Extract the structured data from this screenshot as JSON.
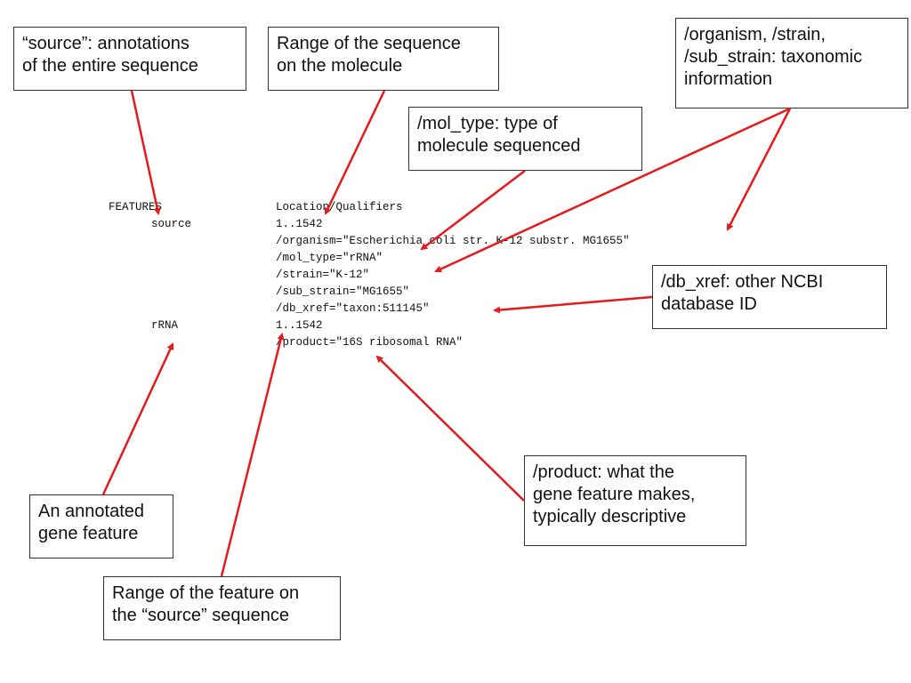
{
  "record": {
    "features_header": "FEATURES",
    "location_header": "Location/Qualifiers",
    "source_key": "source",
    "source_range": "1..1542",
    "organism": "/organism=\"Escherichia coli str. K-12 substr. MG1655\"",
    "mol_type": "/mol_type=\"rRNA\"",
    "strain": "/strain=\"K-12\"",
    "sub_strain": "/sub_strain=\"MG1655\"",
    "db_xref": "/db_xref=\"taxon:511145\"",
    "rrna_key": "rRNA",
    "rrna_range": "1..1542",
    "product": "/product=\"16S ribosomal RNA\""
  },
  "callouts": {
    "source_annotations": [
      "“source”: annotations",
      "of the entire sequence"
    ],
    "range_on_molecule": [
      "Range of the sequence",
      "on the molecule"
    ],
    "mol_type": [
      "/mol_type: type of",
      "molecule sequenced"
    ],
    "taxonomy": [
      "/organism, /strain,",
      "/sub_strain: taxonomic",
      "information"
    ],
    "db_xref": [
      "/db_xref: other NCBI",
      "database ID"
    ],
    "product": [
      "/product: what the",
      "gene feature makes,",
      "typically descriptive"
    ],
    "gene_feature": [
      "An annotated",
      "gene feature"
    ],
    "feature_range": [
      "Range of the feature on",
      "the “source” sequence"
    ]
  },
  "colors": {
    "arrow": "#e41a1c",
    "box_border": "#333333",
    "text": "#111111"
  }
}
